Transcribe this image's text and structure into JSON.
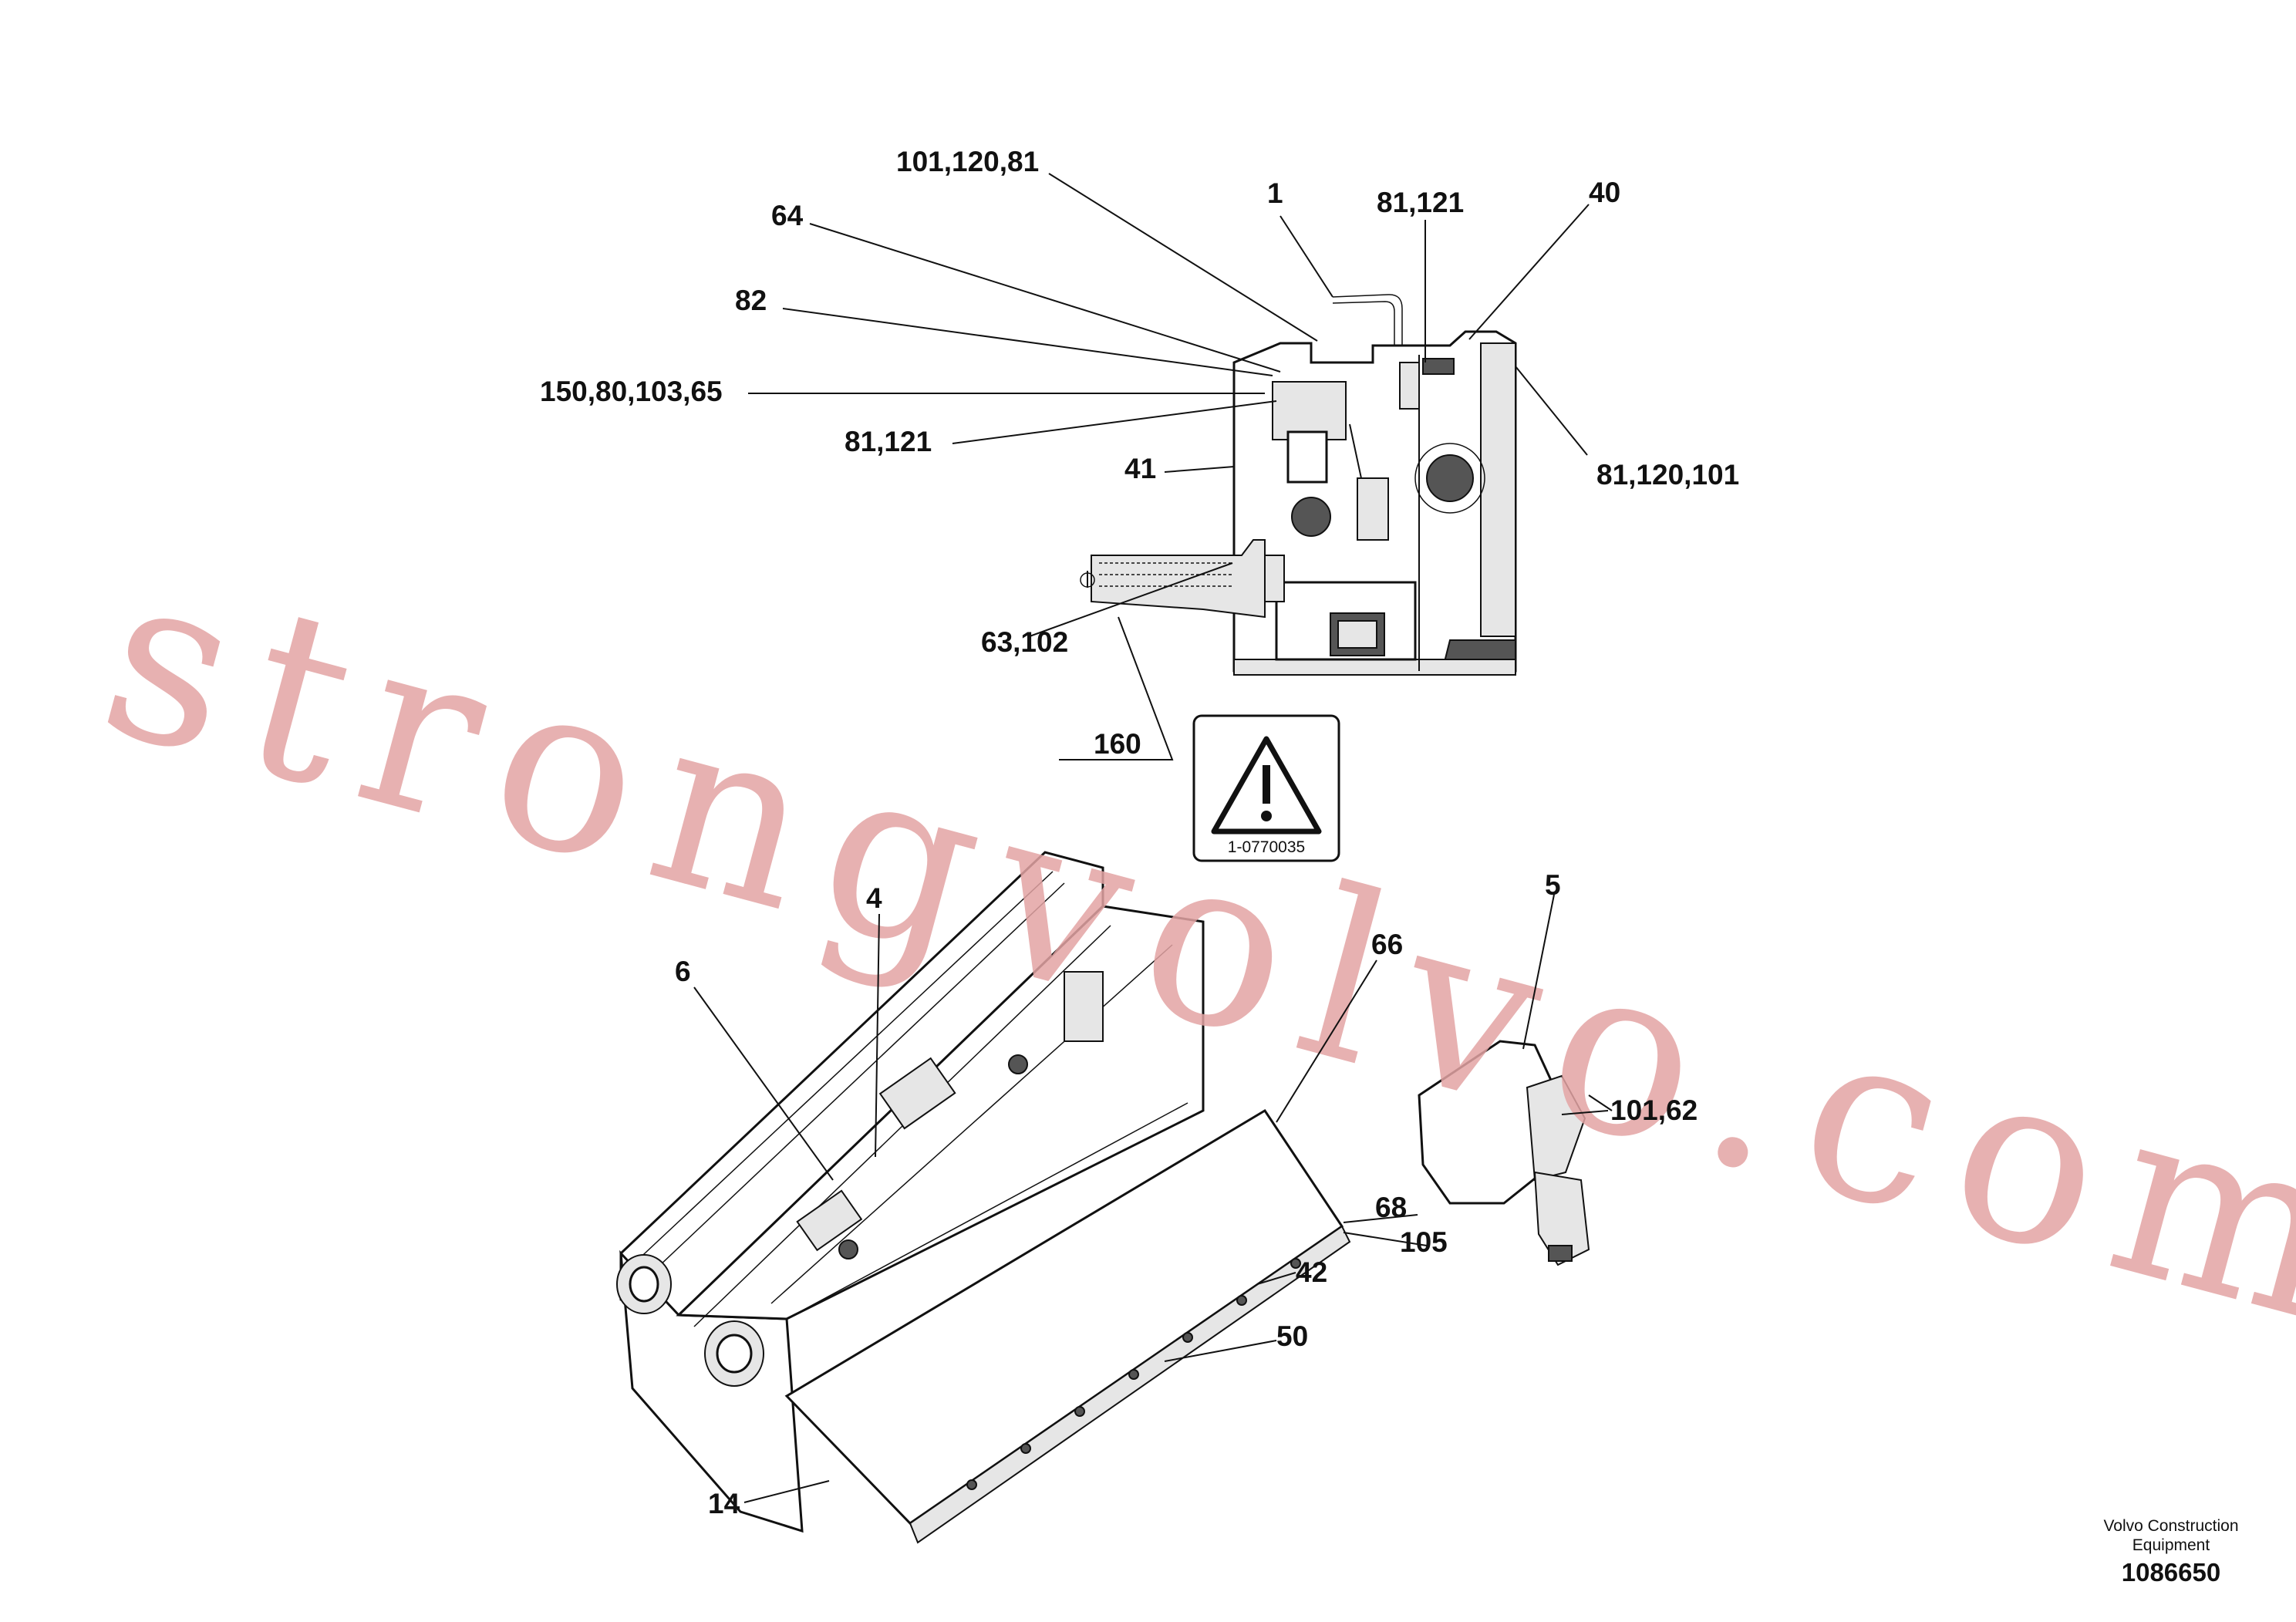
{
  "callouts": {
    "c_101_120_81": "101,120,81",
    "c_64": "64",
    "c_1": "1",
    "c_81_121_top": "81,121",
    "c_40": "40",
    "c_82": "82",
    "c_150_80_103_65": "150,80,103,65",
    "c_81_121_left": "81,121",
    "c_41": "41",
    "c_81_120_101": "81,120,101",
    "c_63_102": "63,102",
    "c_160": "160",
    "c_4": "4",
    "c_6": "6",
    "c_66": "66",
    "c_5": "5",
    "c_101_62": "101,62",
    "c_68": "68",
    "c_105": "105",
    "c_42": "42",
    "c_50": "50",
    "c_14": "14"
  },
  "warning_sign": {
    "icon": "warning-triangle-icon",
    "code": "1-0770035"
  },
  "watermark": "strongvolvo.com",
  "footer": {
    "company_line1": "Volvo Construction",
    "company_line2": "Equipment",
    "doc_number": "1086650"
  }
}
